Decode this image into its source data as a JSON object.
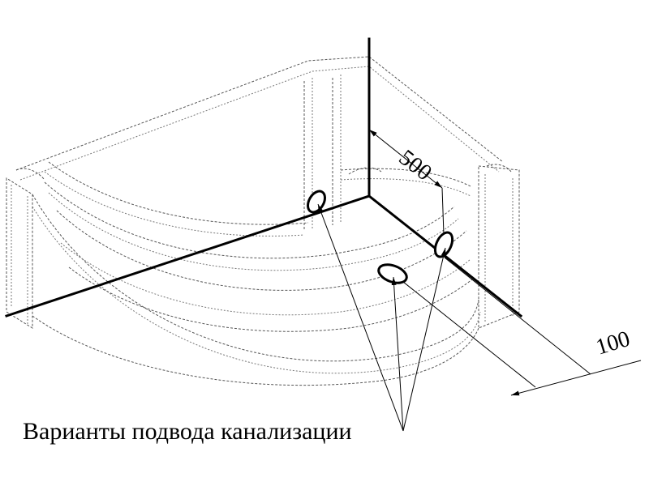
{
  "dimensions": {
    "depth_label": "500",
    "offset_label": "100"
  },
  "caption": {
    "text": "Варианты подвода канализации"
  }
}
